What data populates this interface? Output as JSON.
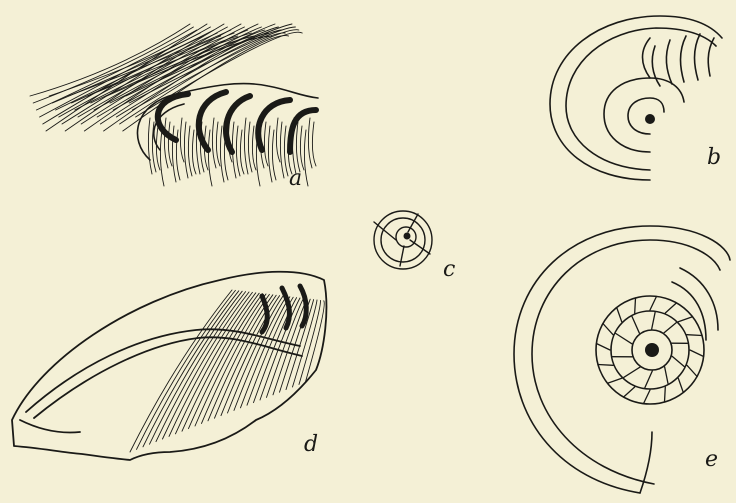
{
  "plate": {
    "background": "#f4f0d6",
    "ink": "#1a1a17",
    "figures": [
      {
        "id": "a",
        "label": "a",
        "subject": "ribbed-shell-fragment"
      },
      {
        "id": "b",
        "label": "b",
        "subject": "coiled-shell-with-septa"
      },
      {
        "id": "c",
        "label": "c",
        "subject": "small-coiled-shell"
      },
      {
        "id": "d",
        "label": "d",
        "subject": "shell-fragment-with-growth-lines"
      },
      {
        "id": "e",
        "label": "e",
        "subject": "large-coiled-shell-with-chambers"
      }
    ]
  }
}
